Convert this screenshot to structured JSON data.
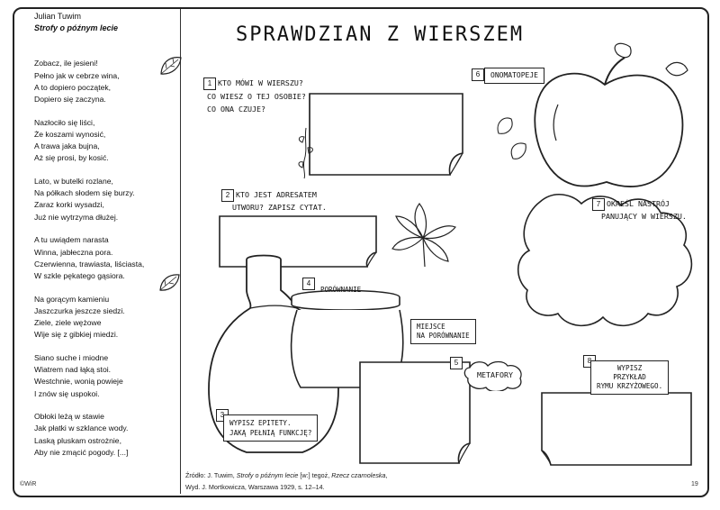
{
  "poem": {
    "author": "Julian Tuwim",
    "title": "Strofy o późnym lecie",
    "stanzas": [
      [
        "Zobacz, ile jesieni!",
        "Pełno jak w cebrze wina,",
        "A to dopiero początek,",
        "Dopiero się zaczyna."
      ],
      [
        "Nazłociło się liści,",
        "Że koszami wynosić,",
        "A trawa jaka bujna,",
        "Aż się prosi, by kosić."
      ],
      [
        "Lato, w butelki rozlane,",
        "Na półkach słodem się burzy.",
        "Zaraz korki wysadzi,",
        "Już nie wytrzyma dłużej."
      ],
      [
        "A tu uwiądem narasta",
        "Winna, jabłeczna pora.",
        "Czerwienna, trawiasta, liściasta,",
        "W szkle pękatego gąsiora."
      ],
      [
        "Na gorącym kamieniu",
        "Jaszczurka jeszcze siedzi.",
        "Ziele, ziele wężowe",
        "Wije się z gibkiej miedzi."
      ],
      [
        "Siano suche i miodne",
        "Wiatrem nad łąką stoi.",
        "Westchnie, wonią powieje",
        "I znów się uspokoi."
      ],
      [
        "Obłoki leżą w stawie",
        "Jak płatki w szklance wody.",
        "Laską pluskam ostrożnie,",
        "Aby nie zmącić pogody. [...]"
      ]
    ]
  },
  "heading": "SPRAWDZIAN Z WIERSZEM",
  "tasks": {
    "t1": {
      "num": "1",
      "line1": "KTO MÓWI W WIERSZU?",
      "line2": "CO WIESZ O TEJ OSOBIE?",
      "line3": "CO ONA CZUJE?"
    },
    "t2": {
      "num": "2",
      "line1": "KTO JEST ADRESATEM",
      "line2": "UTWORU? ZAPISZ CYTAT."
    },
    "t3": {
      "num": "3",
      "line1": "WYPISZ EPITETY.",
      "line2": "JAKĄ PEŁNIĄ FUNKCJĘ?"
    },
    "t4": {
      "num": "4",
      "label": "PORÓWNANIE",
      "place1": "MIEJSCE",
      "place2": "NA PORÓWNANIE"
    },
    "t5": {
      "num": "5",
      "label": "METAFORY"
    },
    "t6": {
      "num": "6",
      "label": "ONOMATOPEJE"
    },
    "t7": {
      "num": "7",
      "line1": "OKREŚL NASTRÓJ",
      "line2": "PANUJĄCY W WIERSZU."
    },
    "t8": {
      "num": "8",
      "line1": "WYPISZ",
      "line2": "PRZYKŁAD",
      "line3": "RYMU KRZYŻOWEGO."
    }
  },
  "source": {
    "prefix": "Źródło: J. Tuwim, ",
    "poem_title": "Strofy o późnym lecie",
    "mid": " [w:] tegoż, ",
    "book": "Rzecz czarnoleska",
    "line2": "Wyd. J. Mortkowicza, Warszawa 1929, s. 12–14."
  },
  "footer": {
    "copyright": "©WiR",
    "page_number": "19"
  }
}
